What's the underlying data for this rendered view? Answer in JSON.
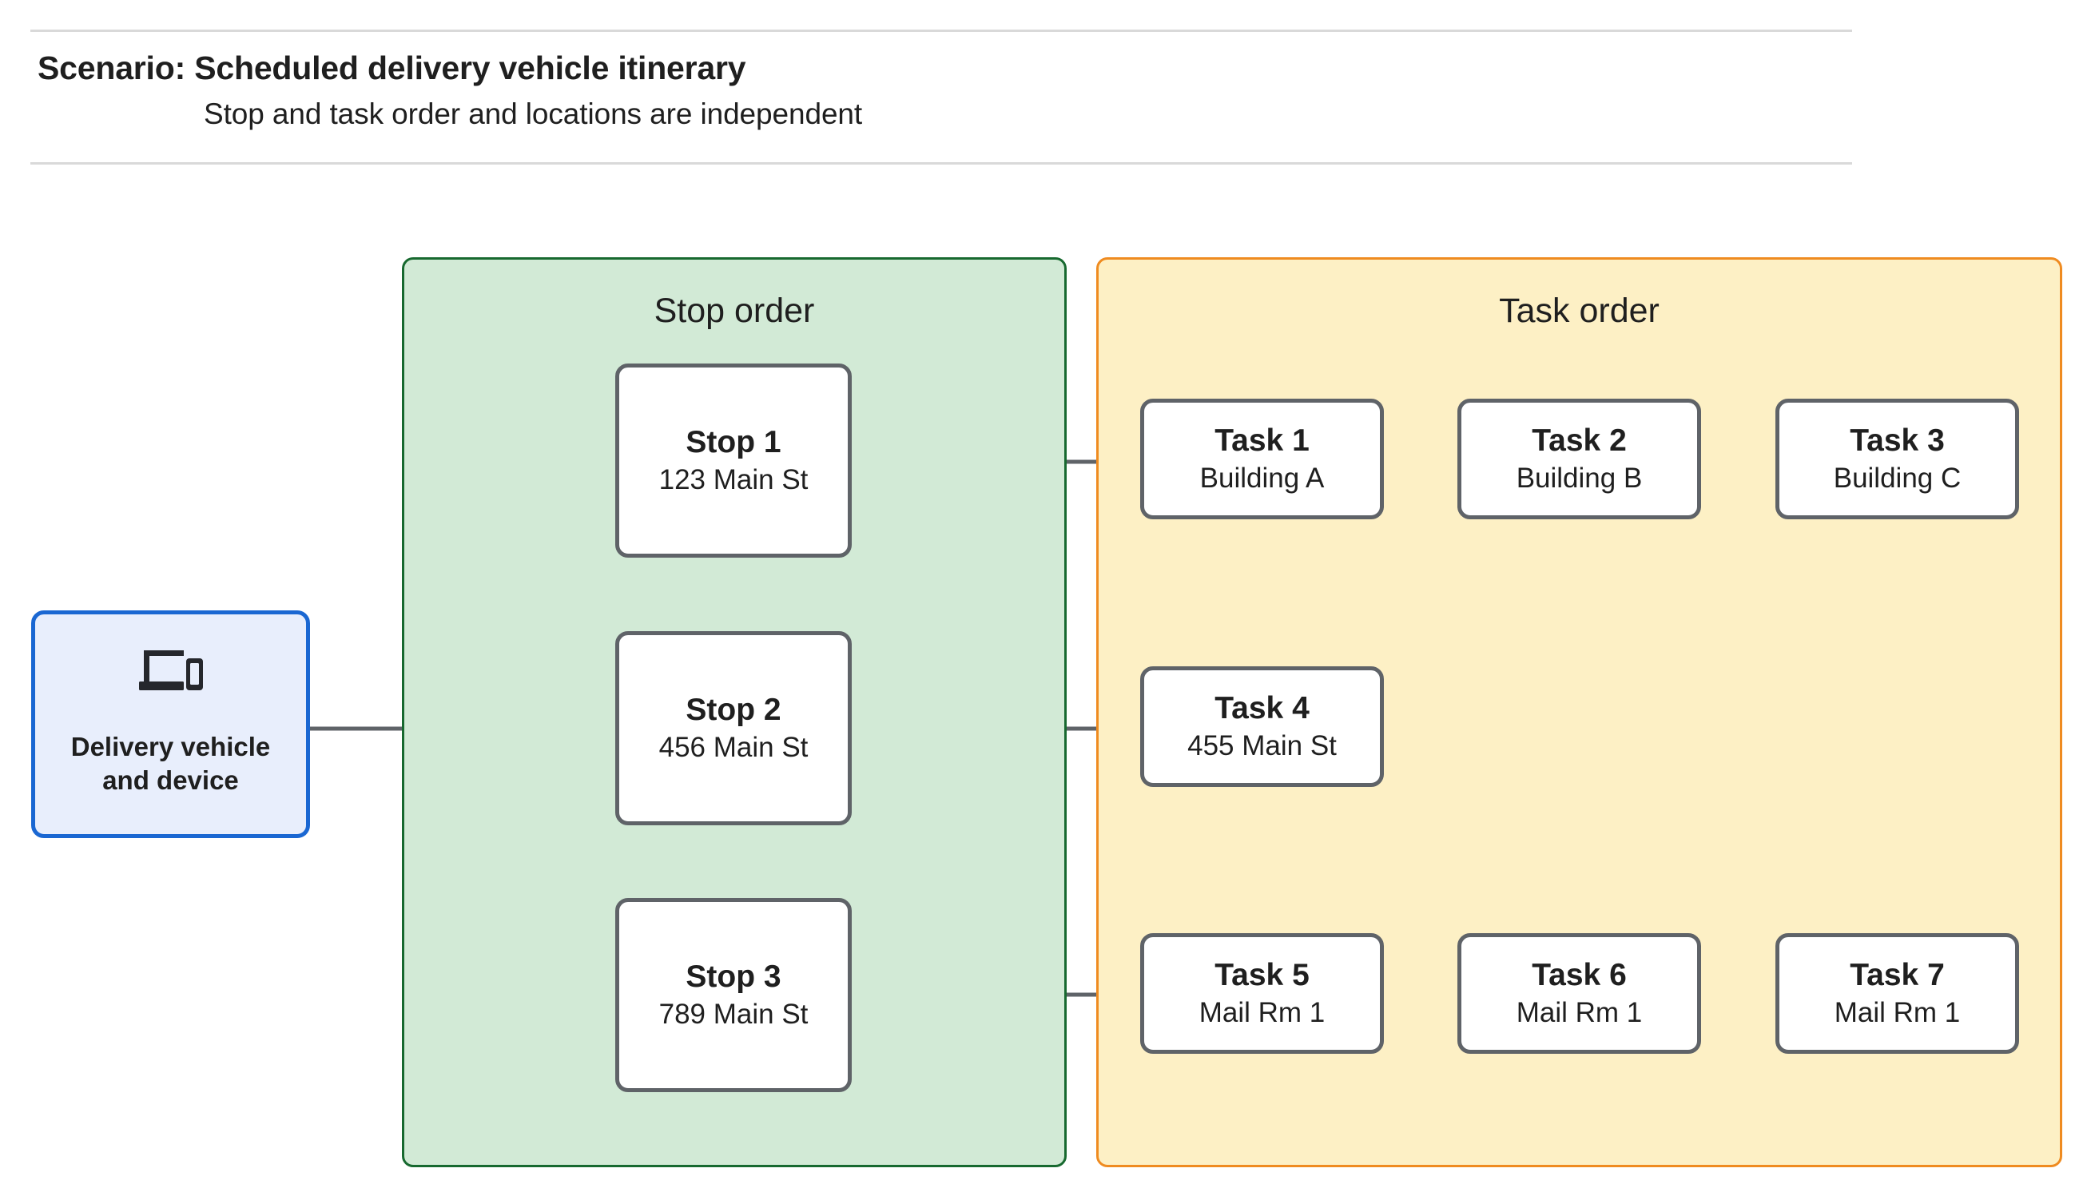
{
  "header": {
    "title": "Scenario: Scheduled delivery vehicle itinerary",
    "subtitle": "Stop and task order and locations are independent"
  },
  "vehicle": {
    "label": "Delivery vehicle\nand device",
    "icon": "devices-icon",
    "border_color": "#1a67d2",
    "fill_color": "#e8eefc"
  },
  "stop_panel": {
    "title": "Stop order",
    "fill_color": "#d2ead6",
    "border_color": "#17692f",
    "stops": [
      {
        "title": "Stop 1",
        "address": "123 Main St"
      },
      {
        "title": "Stop 2",
        "address": "456 Main St"
      },
      {
        "title": "Stop 3",
        "address": "789 Main St"
      }
    ]
  },
  "task_panel": {
    "title": "Task order",
    "fill_color": "#fdf0c5",
    "border_color": "#ef8b20",
    "rows": [
      {
        "tasks": [
          {
            "title": "Task 1",
            "location": "Building A"
          },
          {
            "title": "Task 2",
            "location": "Building B"
          },
          {
            "title": "Task 3",
            "location": "Building C"
          }
        ]
      },
      {
        "tasks": [
          {
            "title": "Task 4",
            "location": "455 Main St"
          }
        ]
      },
      {
        "tasks": [
          {
            "title": "Task 5",
            "location": "Mail Rm 1"
          },
          {
            "title": "Task 6",
            "location": "Mail Rm 1"
          },
          {
            "title": "Task 7",
            "location": "Mail Rm 1"
          }
        ]
      }
    ]
  },
  "connector_color": "#5f6368"
}
